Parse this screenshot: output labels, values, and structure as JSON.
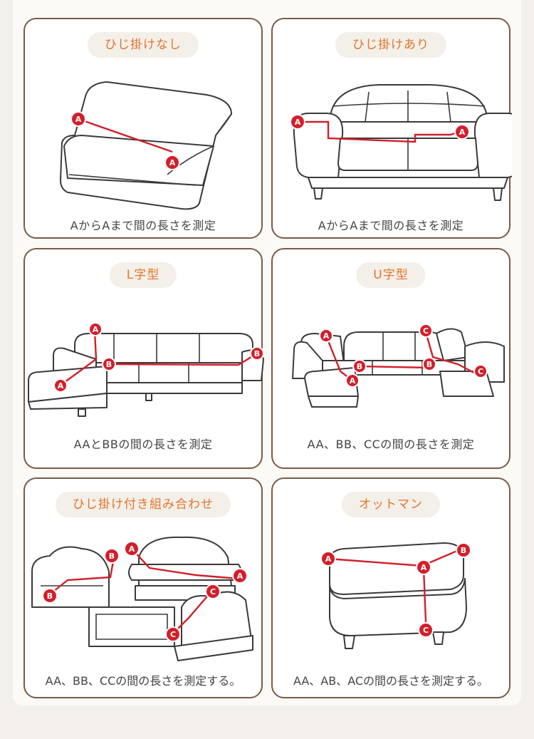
{
  "cards": [
    {
      "title": "ひじ掛けなし",
      "caption": "AからAまで間の長さを測定"
    },
    {
      "title": "ひじ掛けあり",
      "caption": "AからAまで間の長さを測定"
    },
    {
      "title": "L字型",
      "caption": "AAとBBの間の長さを測定"
    },
    {
      "title": "U字型",
      "caption": "AA、BB、CCの間の長さを測定"
    },
    {
      "title": "ひじ掛け付き組み合わせ",
      "caption": "AA、BB、CCの間の長さを測定する。"
    },
    {
      "title": "オットマン",
      "caption": "AA、AB、ACの間の長さを測定する。"
    }
  ],
  "markers": {
    "a": "A",
    "b": "B",
    "c": "C"
  },
  "colors": {
    "frame": "#7a5b45",
    "title": "#e3762a",
    "marker": "#d41e2b",
    "pill": "#f3efe9"
  },
  "icons": [
    "armless-sofa-illustration",
    "armed-sofa-illustration",
    "l-shaped-sofa-illustration",
    "u-shaped-sofa-illustration",
    "sofa-set-illustration",
    "ottoman-illustration"
  ]
}
